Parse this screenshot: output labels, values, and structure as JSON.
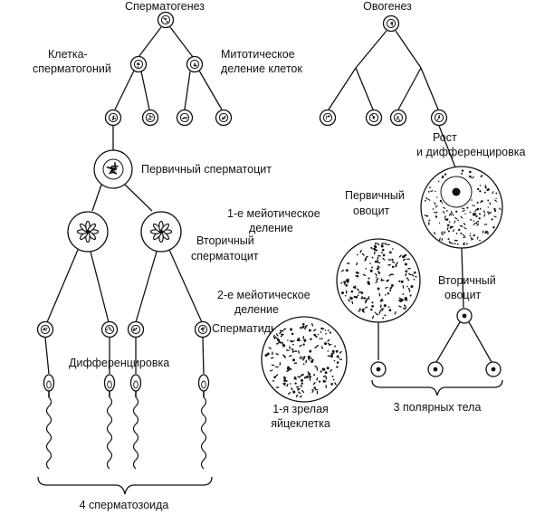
{
  "spermatogenesis": {
    "title": "Сперматогенез",
    "spermatogonia_label_line1": "Клетка-",
    "spermatogonia_label_line2": "сперматогоний",
    "mitotic_label_line1": "Митотическое",
    "mitotic_label_line2": "деление клеток",
    "primary_label": "Первичный сперматоцит",
    "first_meiotic_line1": "1-е мейотическое",
    "first_meiotic_line2": "деление",
    "secondary_label_line1": "Вторичный",
    "secondary_label_line2": "сперматоцит",
    "second_meiotic_line1": "2-е мейотическое",
    "second_meiotic_line2": "деление",
    "spermatids_label": "Сперматиды",
    "differentiation_label": "Дифференцировка",
    "result_label": "4 сперматозоида"
  },
  "oogenesis": {
    "title": "Овогенез",
    "growth_label_line1": "Рост",
    "growth_label_line2": "и дифференцировка",
    "primary_label_line1": "Первичный",
    "primary_label_line2": "овоцит",
    "secondary_label_line1": "Вторичный",
    "secondary_label_line2": "овоцит",
    "egg_label_line1": "1-я зрелая",
    "egg_label_line2": "яйцеклетка",
    "polar_label": "3 полярных тела"
  }
}
